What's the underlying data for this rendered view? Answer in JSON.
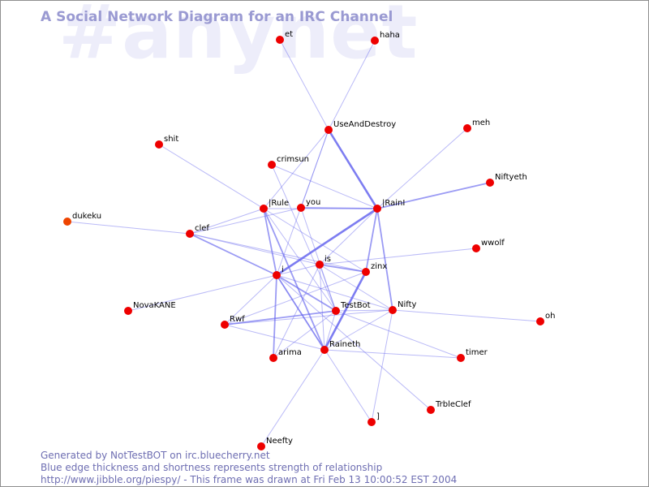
{
  "title": "A Social Network Diagram for an IRC Channel",
  "channel": "#anynet",
  "footer": {
    "generated_by": "Generated by NotTestBOT on irc.bluecherry.net",
    "legend": "Blue edge thickness and shortness represents strength of relationship",
    "url_line": "http://www.jibble.org/piespy/ - This frame was drawn at Fri Feb 13 10:00:52 EST 2004"
  },
  "colors": {
    "node": "#ee0000",
    "node_highlight": "#ee4400",
    "edge": "#6666ee",
    "title": "#9a9ad2",
    "watermark": "#ededfa"
  },
  "nodes": [
    {
      "id": "et",
      "label": "et"
    },
    {
      "id": "haha",
      "label": "haha"
    },
    {
      "id": "UseAndDestroy",
      "label": "UseAndDestroy"
    },
    {
      "id": "meh",
      "label": "meh"
    },
    {
      "id": "shit",
      "label": "shit"
    },
    {
      "id": "crimsun",
      "label": "crimsun"
    },
    {
      "id": "Niftyeth",
      "label": "Niftyeth"
    },
    {
      "id": "IRule",
      "label": "|Rule"
    },
    {
      "id": "you",
      "label": "you"
    },
    {
      "id": "IRainI",
      "label": "|RainI"
    },
    {
      "id": "dukeku",
      "label": "dukeku"
    },
    {
      "id": "clef",
      "label": "clef"
    },
    {
      "id": "wwolf",
      "label": "wwolf"
    },
    {
      "id": "is",
      "label": "is"
    },
    {
      "id": "zinx",
      "label": "zinx"
    },
    {
      "id": "i",
      "label": "i"
    },
    {
      "id": "NovaKANE",
      "label": "NovaKANE"
    },
    {
      "id": "TestBot",
      "label": "TestBot"
    },
    {
      "id": "Nifty",
      "label": "Nifty"
    },
    {
      "id": "oh",
      "label": "oh"
    },
    {
      "id": "Rwf",
      "label": "Rwf"
    },
    {
      "id": "Raineth",
      "label": "Raineth"
    },
    {
      "id": "arima",
      "label": "arima"
    },
    {
      "id": "timer",
      "label": "timer"
    },
    {
      "id": "TrbleClef",
      "label": "TrbleClef"
    },
    {
      "id": "bracket",
      "label": "]"
    },
    {
      "id": "Neefty",
      "label": "Neefty"
    }
  ],
  "edges": [
    {
      "source": "et",
      "target": "UseAndDestroy",
      "strength": 1
    },
    {
      "source": "haha",
      "target": "UseAndDestroy",
      "strength": 1
    },
    {
      "source": "UseAndDestroy",
      "target": "IRainI",
      "strength": 3
    },
    {
      "source": "UseAndDestroy",
      "target": "IRule",
      "strength": 1
    },
    {
      "source": "UseAndDestroy",
      "target": "you",
      "strength": 1
    },
    {
      "source": "UseAndDestroy",
      "target": "i",
      "strength": 1
    },
    {
      "source": "meh",
      "target": "IRainI",
      "strength": 1
    },
    {
      "source": "Niftyeth",
      "target": "IRainI",
      "strength": 2
    },
    {
      "source": "shit",
      "target": "IRule",
      "strength": 1
    },
    {
      "source": "crimsun",
      "target": "IRainI",
      "strength": 1
    },
    {
      "source": "crimsun",
      "target": "TestBot",
      "strength": 1
    },
    {
      "source": "IRule",
      "target": "IRainI",
      "strength": 1
    },
    {
      "source": "IRule",
      "target": "clef",
      "strength": 1
    },
    {
      "source": "IRule",
      "target": "i",
      "strength": 2
    },
    {
      "source": "IRule",
      "target": "Raineth",
      "strength": 2
    },
    {
      "source": "IRule",
      "target": "TestBot",
      "strength": 1
    },
    {
      "source": "IRule",
      "target": "zinx",
      "strength": 1
    },
    {
      "source": "you",
      "target": "IRainI",
      "strength": 2
    },
    {
      "source": "you",
      "target": "clef",
      "strength": 1
    },
    {
      "source": "you",
      "target": "TestBot",
      "strength": 1
    },
    {
      "source": "IRainI",
      "target": "i",
      "strength": 3
    },
    {
      "source": "IRainI",
      "target": "zinx",
      "strength": 2
    },
    {
      "source": "IRainI",
      "target": "Nifty",
      "strength": 2
    },
    {
      "source": "IRainI",
      "target": "is",
      "strength": 1
    },
    {
      "source": "dukeku",
      "target": "clef",
      "strength": 1
    },
    {
      "source": "clef",
      "target": "i",
      "strength": 2
    },
    {
      "source": "clef",
      "target": "is",
      "strength": 1
    },
    {
      "source": "clef",
      "target": "zinx",
      "strength": 1
    },
    {
      "source": "wwolf",
      "target": "is",
      "strength": 1
    },
    {
      "source": "is",
      "target": "zinx",
      "strength": 2
    },
    {
      "source": "is",
      "target": "i",
      "strength": 1
    },
    {
      "source": "is",
      "target": "TestBot",
      "strength": 1
    },
    {
      "source": "is",
      "target": "Raineth",
      "strength": 1
    },
    {
      "source": "is",
      "target": "Nifty",
      "strength": 1
    },
    {
      "source": "is",
      "target": "arima",
      "strength": 1
    },
    {
      "source": "zinx",
      "target": "Raineth",
      "strength": 3
    },
    {
      "source": "zinx",
      "target": "Rwf",
      "strength": 1
    },
    {
      "source": "i",
      "target": "NovaKANE",
      "strength": 1
    },
    {
      "source": "i",
      "target": "TestBot",
      "strength": 2
    },
    {
      "source": "i",
      "target": "Raineth",
      "strength": 2
    },
    {
      "source": "i",
      "target": "arima",
      "strength": 2
    },
    {
      "source": "i",
      "target": "Rwf",
      "strength": 1
    },
    {
      "source": "i",
      "target": "Nifty",
      "strength": 1
    },
    {
      "source": "i",
      "target": "TrbleClef",
      "strength": 1
    },
    {
      "source": "i",
      "target": "bracket",
      "strength": 1
    },
    {
      "source": "TestBot",
      "target": "Rwf",
      "strength": 2
    },
    {
      "source": "TestBot",
      "target": "Nifty",
      "strength": 1
    },
    {
      "source": "TestBot",
      "target": "Raineth",
      "strength": 1
    },
    {
      "source": "TestBot",
      "target": "timer",
      "strength": 1
    },
    {
      "source": "TestBot",
      "target": "arima",
      "strength": 1
    },
    {
      "source": "Nifty",
      "target": "oh",
      "strength": 1
    },
    {
      "source": "Nifty",
      "target": "bracket",
      "strength": 1
    },
    {
      "source": "Nifty",
      "target": "Raineth",
      "strength": 1
    },
    {
      "source": "Nifty",
      "target": "Rwf",
      "strength": 1
    },
    {
      "source": "Rwf",
      "target": "Raineth",
      "strength": 1
    },
    {
      "source": "Raineth",
      "target": "Neefty",
      "strength": 1
    },
    {
      "source": "Raineth",
      "target": "timer",
      "strength": 1
    }
  ]
}
